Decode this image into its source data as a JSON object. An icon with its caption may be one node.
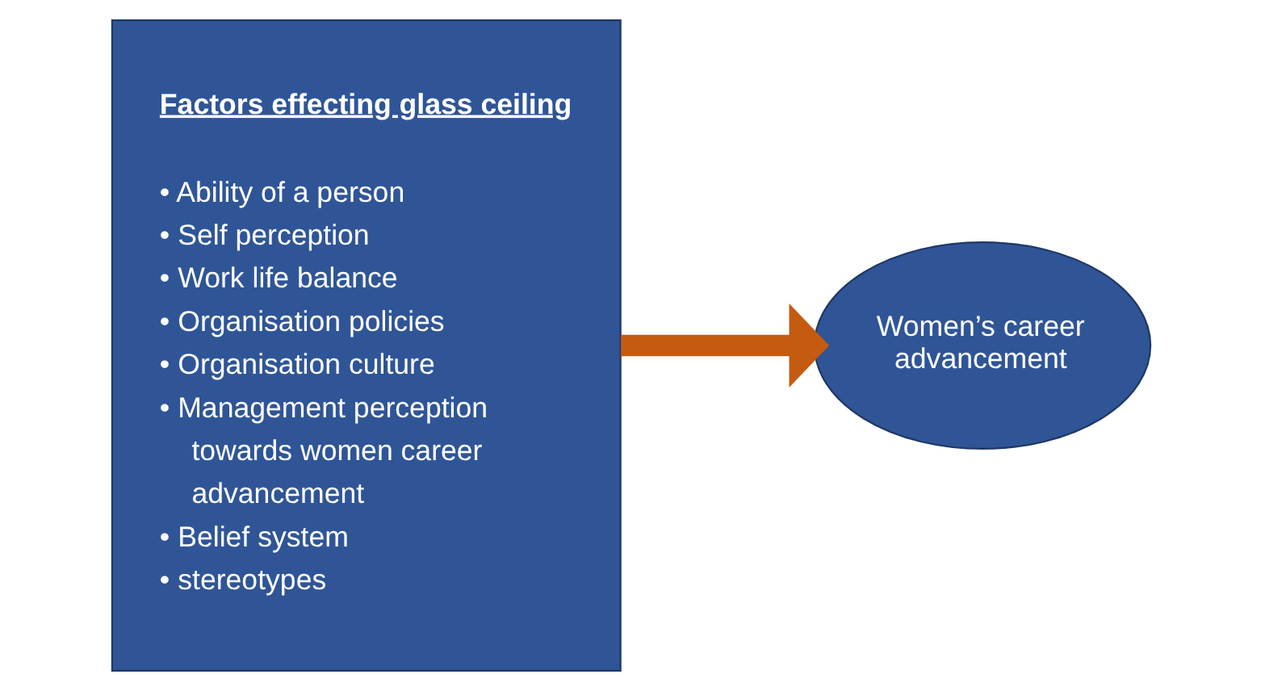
{
  "diagram": {
    "nodes": [
      {
        "text": [
          "Factors effecting glass ceiling",
          "• Ability of a person",
          "• Self perception",
          "• Work life balance",
          "• Organisation policies",
          "• Organisation culture",
          "• Management perception towards women career advancement",
          "• Belief system",
          "• stereotypes"
        ]
      },
      {
        "text": [
          "Women’s career advancement"
        ]
      }
    ],
    "edges": [
      {
        "from": 0,
        "to": 1,
        "arrow": "to",
        "color": "#c55a11"
      }
    ]
  }
}
